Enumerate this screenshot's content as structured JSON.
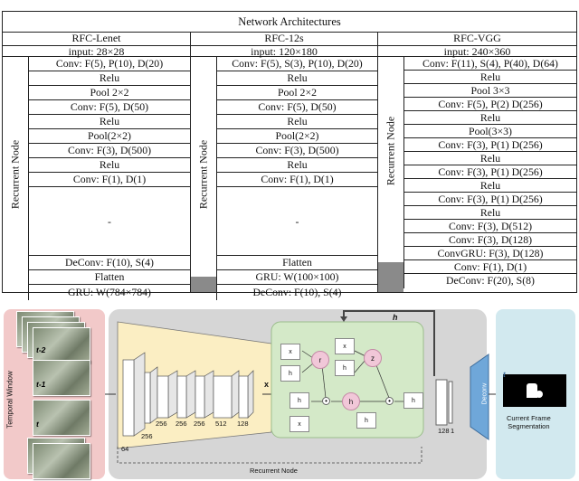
{
  "table": {
    "title": "Network Architectures",
    "columns": [
      {
        "name": "RFC-Lenet",
        "input": "input: 28×28",
        "side_label": "Recurrent Node",
        "rows": [
          "Conv: F(5), P(10), D(20)",
          "Relu",
          "Pool 2×2",
          "Conv: F(5), D(50)",
          "Relu",
          "Pool(2×2)",
          "Conv: F(3), D(500)",
          "Relu",
          "Conv: F(1), D(1)",
          "-",
          "DeConv: F(10), S(4)",
          "Flatten",
          "GRU: W(784×784)"
        ]
      },
      {
        "name": "RFC-12s",
        "input": "input: 120×180",
        "side_label": "Recurrent Node",
        "rows": [
          "Conv: F(5), S(3), P(10), D(20)",
          "Relu",
          "Pool 2×2",
          "Conv: F(5), D(50)",
          "Relu",
          "Pool(2×2)",
          "Conv: F(3), D(500)",
          "Relu",
          "Conv: F(1), D(1)",
          "-",
          "Flatten",
          "GRU: W(100×100)",
          "DeConv: F(10), S(4)"
        ]
      },
      {
        "name": "RFC-VGG",
        "input": "input: 240×360",
        "side_label": "Recurrent Node",
        "rows": [
          "Conv: F(11), S(4), P(40), D(64)",
          "Relu",
          "Pool 3×3",
          "Conv: F(5), P(2) D(256)",
          "Relu",
          "Pool(3×3)",
          "Conv: F(3), P(1) D(256)",
          "Relu",
          "Conv: F(3), P(1) D(256)",
          "Relu",
          "Conv: F(3), P(1) D(256)",
          "Relu",
          "Conv: F(3), D(512)",
          "Conv: F(3), D(128)",
          "ConvGRU: F(3), D(128)",
          "Conv: F(1), D(1)",
          "DeConv: F(20), S(8)"
        ]
      }
    ]
  },
  "figure": {
    "temporal_window_label": "Temporal Window",
    "frame_labels": [
      "t-2",
      "t-1",
      "t"
    ],
    "feature_sizes": [
      "64",
      "256",
      "256",
      "256",
      "256",
      "512",
      "128"
    ],
    "recurrent_node_label": "Recurrent Node",
    "x_t": "x",
    "h_prev": "h",
    "gru_labels": {
      "x": "x",
      "h": "h",
      "r": "r",
      "z": "z",
      "htilde": "h",
      "ht": "h"
    },
    "post_sizes": [
      "128",
      "1"
    ],
    "deconv_label": "Deconv",
    "output_t": "t",
    "output_label": "Current Frame\nSegmentation"
  }
}
